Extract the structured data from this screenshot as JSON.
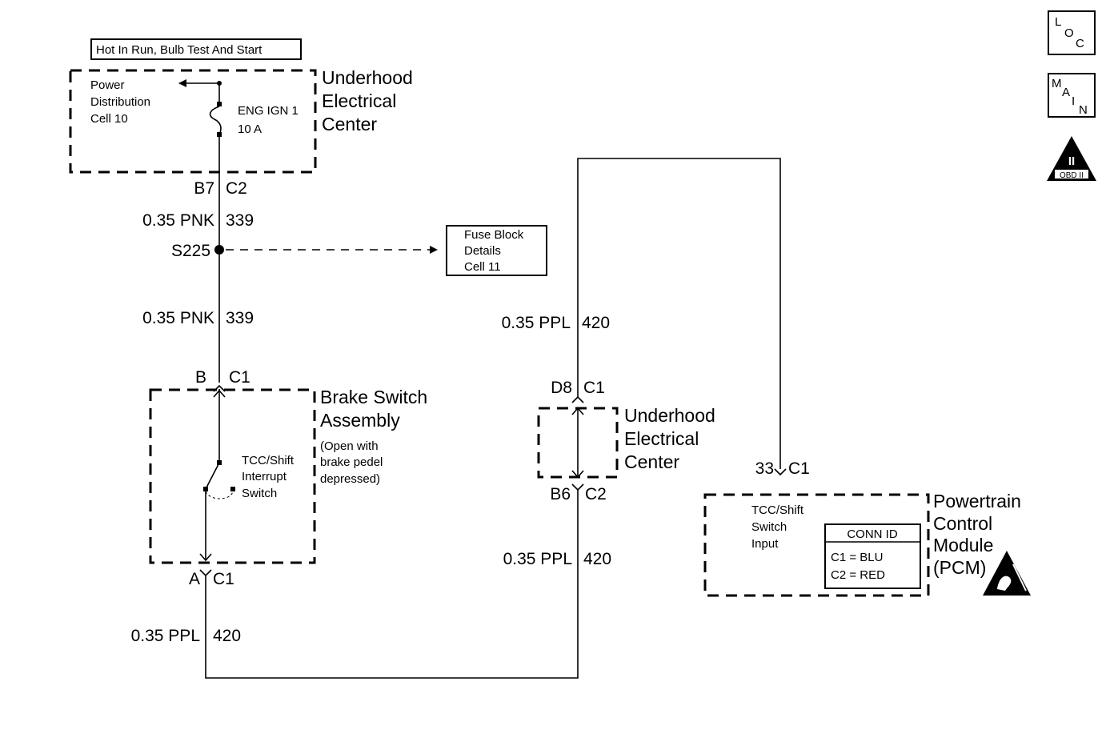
{
  "header": {
    "power_label": "Hot In Run, Bulb Test And Start"
  },
  "underhood_top": {
    "title_lines": [
      "Underhood",
      "Electrical",
      "Center"
    ],
    "power_dist_lines": [
      "Power",
      "Distribution",
      "Cell 10"
    ],
    "fuse_name": "ENG IGN 1",
    "fuse_rating": "10 A",
    "pin": "B7",
    "connector": "C2"
  },
  "wire_upper": {
    "gauge_color": "0.35 PNK",
    "circuit": "339"
  },
  "splice": {
    "name": "S225"
  },
  "fuse_block_ref": {
    "lines": [
      "Fuse Block",
      "Details",
      "Cell 11"
    ]
  },
  "wire_lower_pnk": {
    "gauge_color": "0.35 PNK",
    "circuit": "339"
  },
  "brake_switch": {
    "pin_top": "B",
    "conn_top": "C1",
    "title_lines": [
      "Brake Switch",
      "Assembly"
    ],
    "note_lines": [
      "(Open with",
      "brake pedel",
      "depressed)"
    ],
    "switch_lines": [
      "TCC/Shift",
      "Interrupt",
      "Switch"
    ],
    "pin_bottom": "A",
    "conn_bottom": "C1"
  },
  "wire_brake_out": {
    "gauge_color": "0.35 PPL",
    "circuit": "420"
  },
  "underhood_mid": {
    "pin_top": "D8",
    "conn_top": "C1",
    "title_lines": [
      "Underhood",
      "Electrical",
      "Center"
    ],
    "pin_bottom": "B6",
    "conn_bottom": "C2"
  },
  "wire_mid_upper": {
    "gauge_color": "0.35 PPL",
    "circuit": "420"
  },
  "wire_mid_lower": {
    "gauge_color": "0.35 PPL",
    "circuit": "420"
  },
  "pcm": {
    "pin": "33",
    "connector": "C1",
    "title_lines": [
      "Powertrain",
      "Control",
      "Module",
      "(PCM)"
    ],
    "input_lines": [
      "TCC/Shift",
      "Switch",
      "Input"
    ],
    "conn_id_header": "CONN ID",
    "conn_id_rows": [
      "C1 = BLU",
      "C2 = RED"
    ]
  },
  "nav": {
    "loc_letters": [
      "L",
      "O",
      "C"
    ],
    "main_letters": [
      "M",
      "A",
      "I",
      "N"
    ],
    "obd_symbol": "II",
    "obd_label": "OBD II"
  }
}
